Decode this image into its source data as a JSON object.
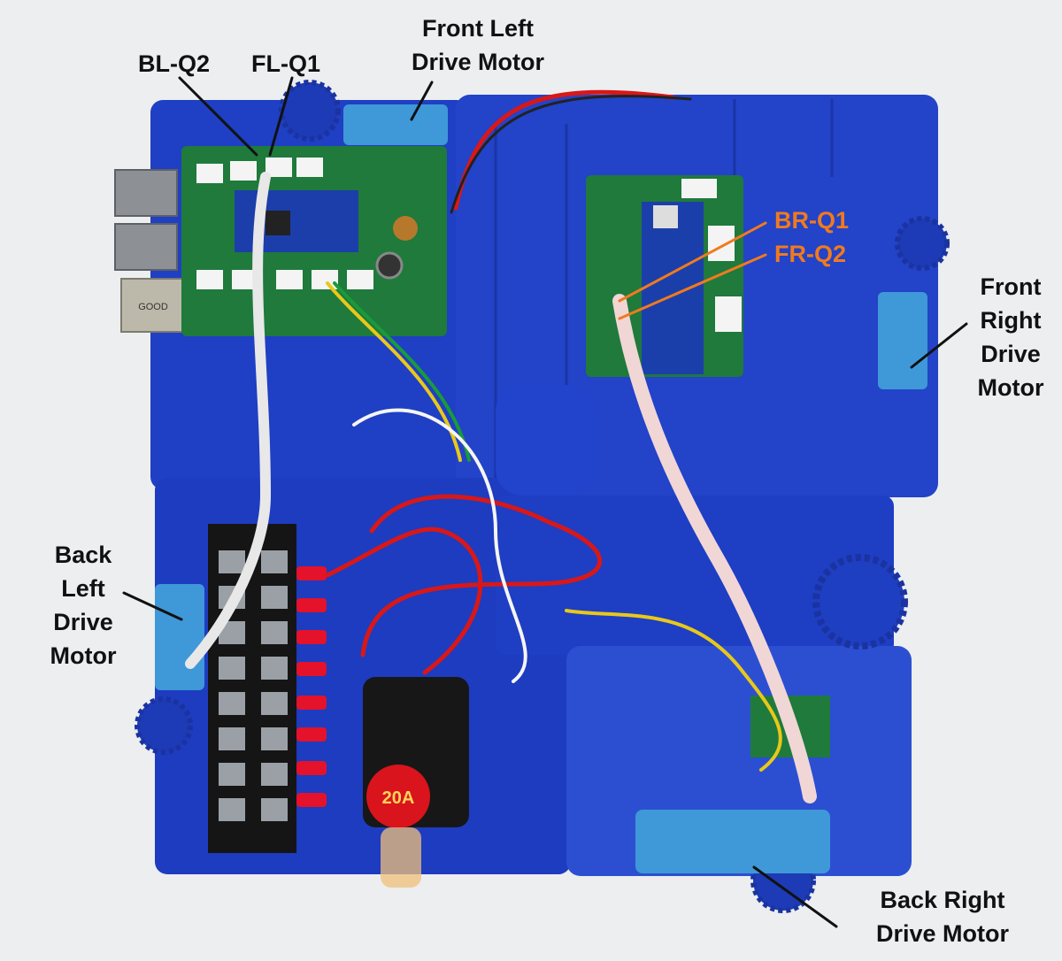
{
  "labels": {
    "bl_q2": "BL-Q2",
    "fl_q1": "FL-Q1",
    "front_left": [
      "Front Left",
      "Drive Motor"
    ],
    "br_q1": "BR-Q1",
    "fr_q2": "FR-Q2",
    "front_right": [
      "Front",
      "Right",
      "Drive",
      "Motor"
    ],
    "back_left": [
      "Back",
      "Left",
      "Drive",
      "Motor"
    ],
    "back_right": [
      "Back Right",
      "Drive Motor"
    ]
  },
  "fuse_rating": "20A",
  "button_label": "GOOD",
  "colors": {
    "background": "#eceeef",
    "chassis_blue": "#1f3fc4",
    "pcb_green": "#1f7a3c",
    "annotation_text": "#111111",
    "highlight_orange": "#f07a1e",
    "wire_red": "#d81818",
    "wire_yellow": "#e8c81a",
    "terminal_black": "#151515"
  }
}
